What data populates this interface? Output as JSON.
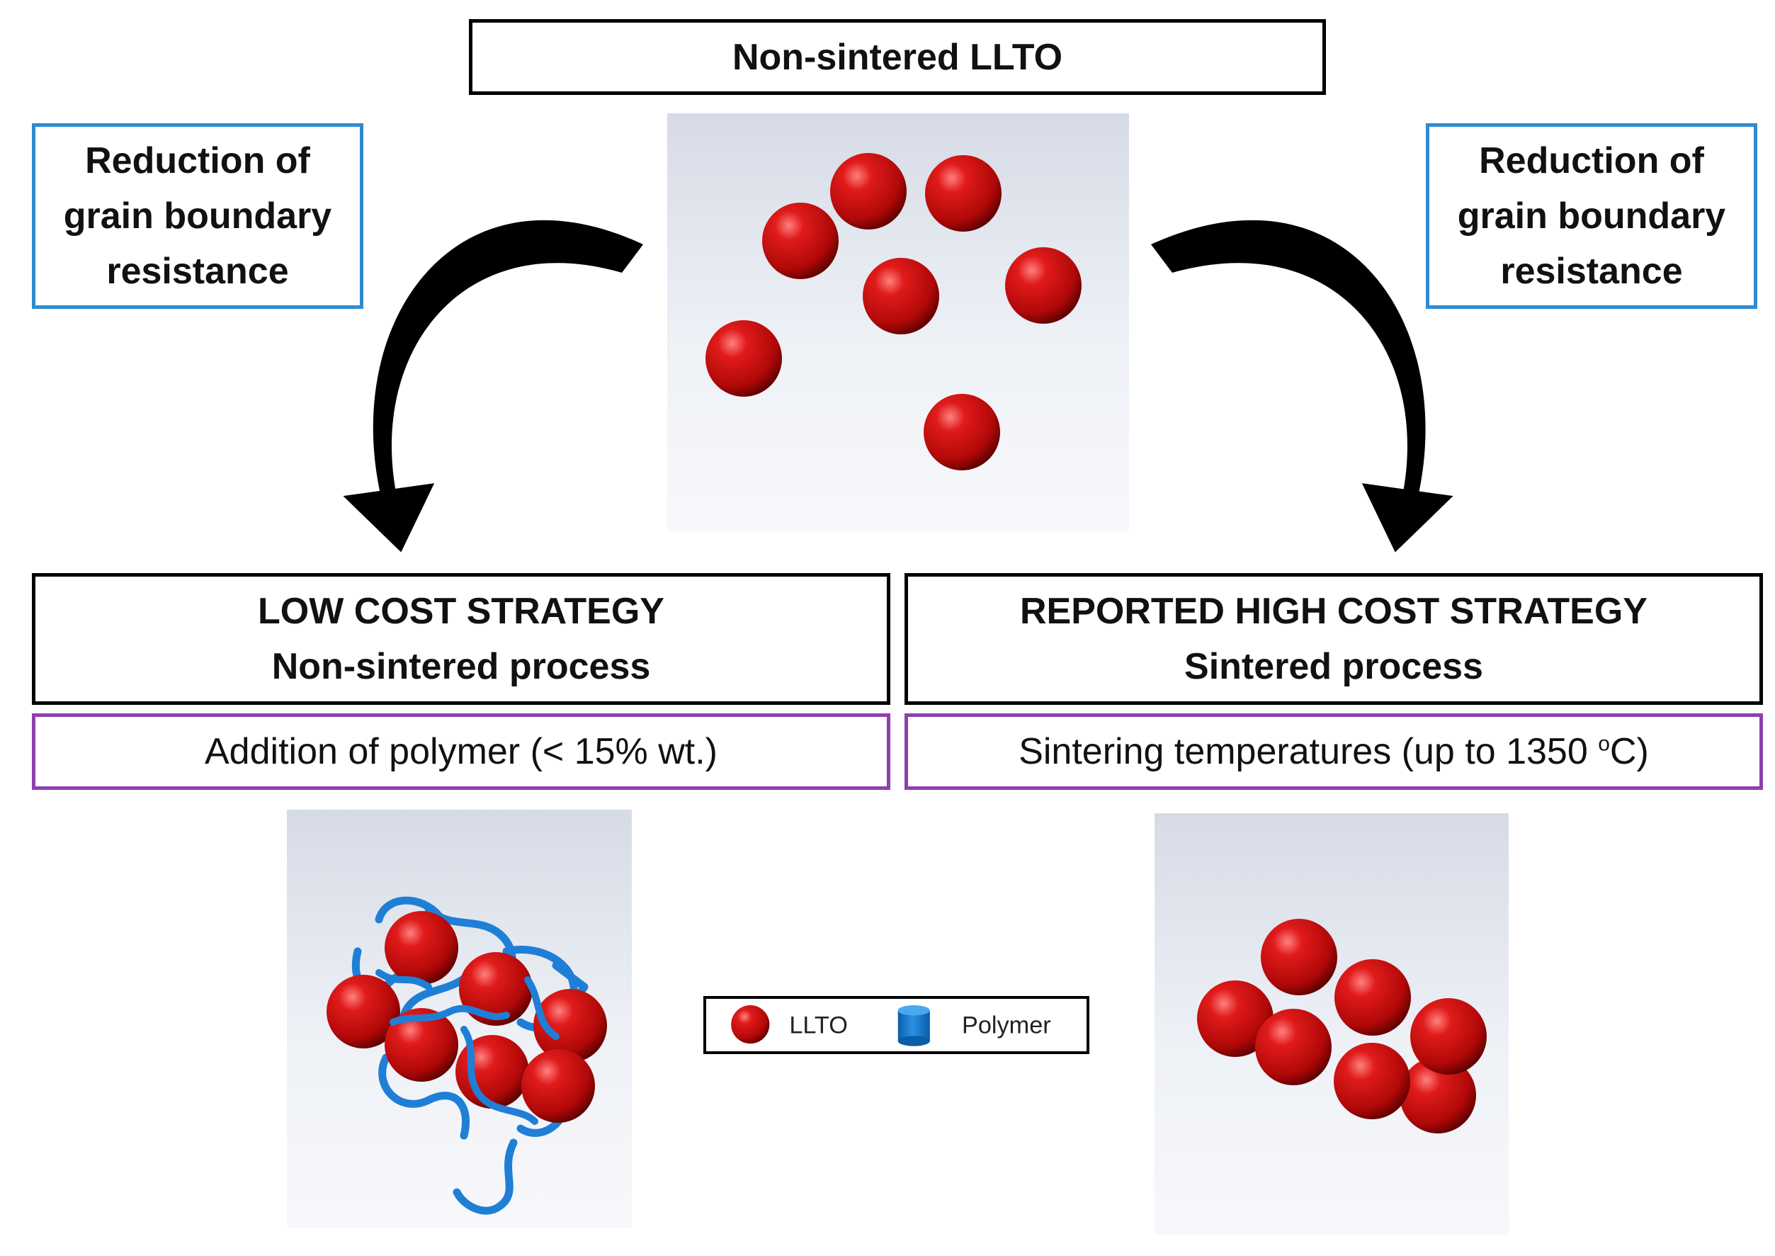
{
  "title": "Non-sintered LLTO",
  "side_notes": {
    "left": [
      "Reduction of",
      "grain boundary",
      "resistance"
    ],
    "right": [
      "Reduction of",
      "grain boundary",
      "resistance"
    ]
  },
  "strategies": {
    "left": {
      "heading": "LOW COST STRATEGY",
      "subheading": "Non-sintered process",
      "detail": "Addition of polymer (< 15% wt.)"
    },
    "right": {
      "heading": "REPORTED HIGH COST STRATEGY",
      "subheading": "Sintered process",
      "detail_prefix": "Sintering temperatures (up to 1350 ",
      "detail_sup": "o",
      "detail_suffix": "C)"
    }
  },
  "legend": {
    "llto_label": "LLTO",
    "polymer_label": "Polymer"
  },
  "colors": {
    "sphere": "#cc1111",
    "polymer": "#1f7fd6",
    "blue_border": "#2e8bd0",
    "purple_border": "#8e3fb0"
  },
  "icons": {
    "arrow_left": "curved-arrow-down-left",
    "arrow_right": "curved-arrow-down-right"
  }
}
